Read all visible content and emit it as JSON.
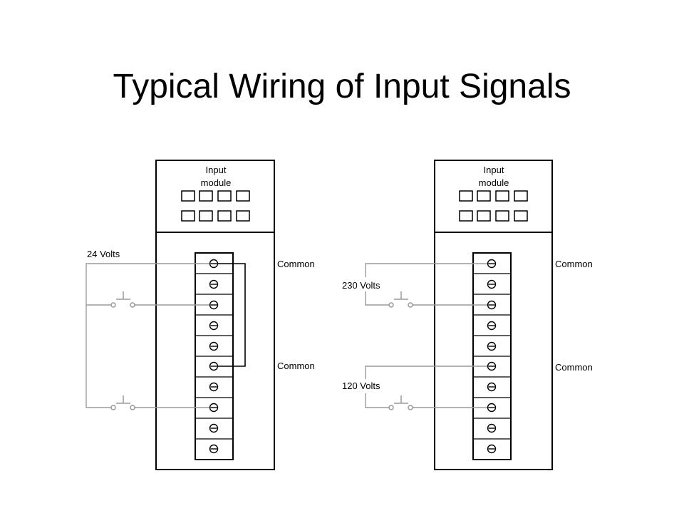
{
  "title": "Typical Wiring of Input Signals",
  "colors": {
    "module_outline": "#000000",
    "wire": "#9a9a9a",
    "jumper": "#000000",
    "text": "#000000"
  },
  "left_module": {
    "header_line1": "Input",
    "header_line2": "module",
    "supply_label": "24 Volts",
    "common_label_1": "Common",
    "common_label_2": "Common",
    "terminal_count": 10,
    "indicator_count": 8
  },
  "right_module": {
    "header_line1": "Input",
    "header_line2": "module",
    "supply_label_1": "230 Volts",
    "supply_label_2": "120 Volts",
    "common_label_1": "Common",
    "common_label_2": "Common",
    "terminal_count": 10,
    "indicator_count": 8
  },
  "icons": {
    "terminal": "screw-terminal-icon",
    "switch": "pushbutton-switch-icon",
    "indicator": "status-led-icon"
  }
}
